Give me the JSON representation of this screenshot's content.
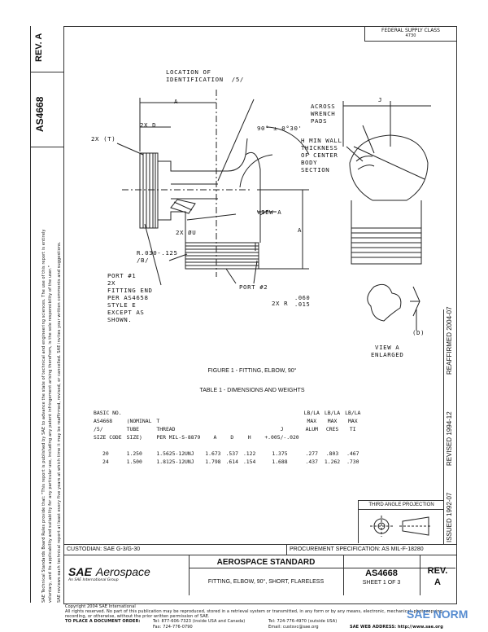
{
  "side": {
    "rev_label": "REV.",
    "rev_value": "A",
    "doc_number": "AS4668",
    "disclaimer_1": "SAE Technical Standards Board Rules provide that: \"This report is published by SAE to advance the state of technical and engineering sciences. The use of this report is entirely",
    "disclaimer_2": "voluntary, and its applicability and suitability for any particular use, including any patent infringement arising therefrom, is the sole responsibility of the user.\"",
    "disclaimer_3": "SAE reviews each technical report at least every five years at which time it may be reaffirmed, revised, or cancelled. SAE invites your written comments and suggestions."
  },
  "header": {
    "fsc_label": "FEDERAL SUPPLY CLASS",
    "fsc_value": "4730"
  },
  "drawing": {
    "location": "LOCATION OF\nIDENTIFICATION  /5/",
    "a_top": "A",
    "j_top": "J",
    "across": "ACROSS\nWRENCH\nPADS",
    "twox_d": "2X D",
    "twox_t": "2X (T)",
    "angle": "90° ± 0°30'",
    "hmin": "H MIN WALL\nTHICKNESS\nOF CENTER\nBODY\nSECTION",
    "view_a": "VIEW A",
    "twox_u": "2X ØU",
    "a_right": "A",
    "radius": "R.030-.125\n/B/",
    "port1": "PORT #1\n2X\nFITTING END\nPER AS4658\nSTYLE E\nEXCEPT AS\nSHOWN.",
    "port2": "PORT #2",
    "twox_r": "2X R",
    "r_tol": ".060\n.015",
    "dim_ref": "(D)",
    "view_a_enlarged": "VIEW A\nENLARGED"
  },
  "figure_caption": "FIGURE 1 - FITTING, ELBOW, 90°",
  "table_caption": "TABLE 1 - DIMENSIONS AND WEIGHTS",
  "table": {
    "headers": [
      [
        "BASIC NO.",
        "AS4668",
        "/5/",
        "SIZE CODE"
      ],
      [
        "",
        "(NOMINAL",
        "TUBE",
        "SIZE)"
      ],
      [
        "",
        "T",
        "THREAD",
        "PER MIL-S-8879"
      ],
      [
        "",
        "",
        "",
        "A"
      ],
      [
        "",
        "",
        "",
        "D"
      ],
      [
        "",
        "",
        "",
        "H"
      ],
      [
        "",
        "",
        "J",
        "+.005/-.020"
      ],
      [
        "LB/LA",
        "MAX",
        "ALUM",
        ""
      ],
      [
        "LB/LA",
        "MAX",
        "CRES",
        ""
      ],
      [
        "LB/LA",
        "MAX",
        "TI",
        ""
      ]
    ],
    "rows": [
      [
        "20",
        "1.250",
        "1.5625-12UNJ",
        "1.673",
        ".537",
        ".122",
        "1.375",
        ".277",
        ".803",
        ".467"
      ],
      [
        "24",
        "1.500",
        "1.8125-12UNJ",
        "1.798",
        ".614",
        ".154",
        "1.688",
        ".437",
        "1.262",
        ".730"
      ]
    ]
  },
  "projection": {
    "label": "THIRD ANGLE PROJECTION"
  },
  "right_strip": {
    "issued": "ISSUED 1992-07",
    "revised": "REVISED 1994-12",
    "reaffirmed": "REAFFIRMED 2004-07"
  },
  "footer": {
    "custodian": "CUSTODIAN: SAE G-3/G-30",
    "procurement": "PROCUREMENT SPECIFICATION: AS MIL-F-18280",
    "logo_sae": "SAE",
    "logo_aerospace": "Aerospace",
    "logo_tagline": "An SAE International Group",
    "standard_title": "AEROSPACE STANDARD",
    "part_title": "FITTING, ELBOW, 90°, SHORT, FLARELESS",
    "doc_number": "AS4668",
    "sheet": "SHEET 1 OF 3",
    "rev_label": "REV.",
    "rev_value": "A",
    "copyright": "Copyright 2004 SAE International",
    "rights": "All rights reserved. No part of this publication may be reproduced, stored in a retrieval system or transmitted, in any form or by any means, electronic, mechanical, photocopying,",
    "rights2": "recording, or otherwise, without the prior written permission of SAE.",
    "order_label": "TO PLACE A DOCUMENT ORDER:",
    "tel1": "Tel: 877-606-7323 (inside USA and Canada)",
    "tel2": "Tel: 724-776-4970 (outside USA)",
    "fax": "Fax: 724-776-0790",
    "email": "Email: custsvc@sae.org",
    "web": "SAE WEB ADDRESS: http://www.sae.org",
    "watermark": "SAE NORM"
  }
}
